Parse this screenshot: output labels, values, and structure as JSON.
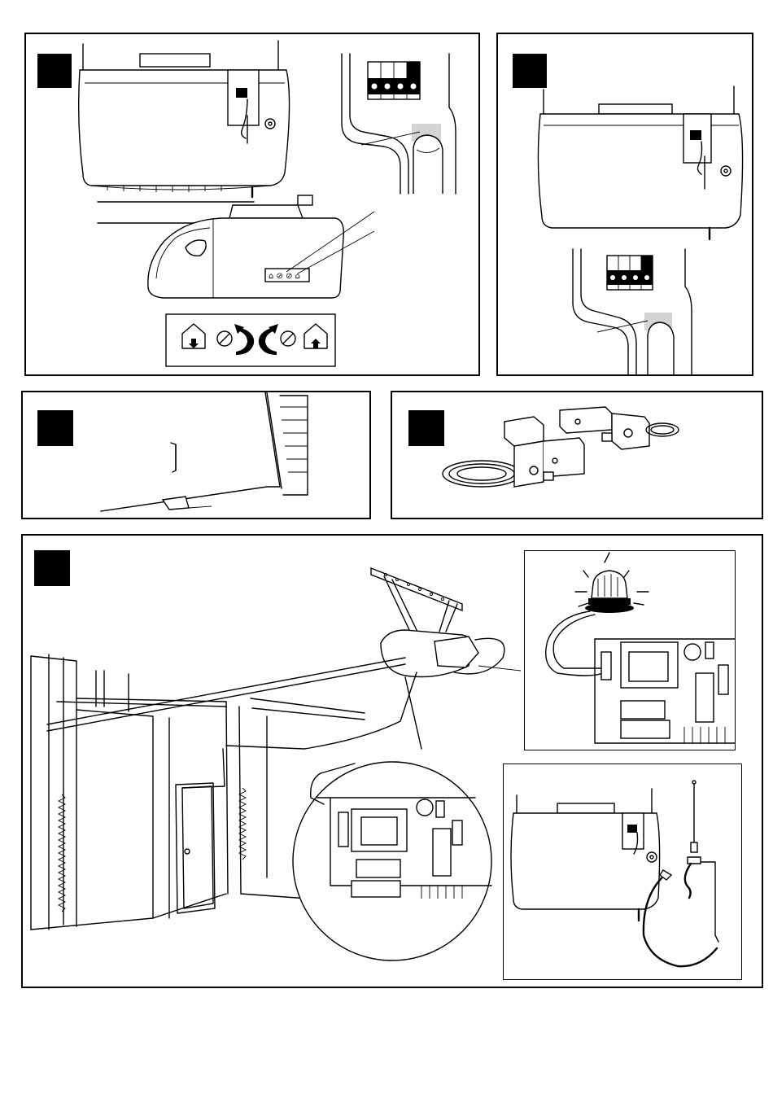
{
  "page": {
    "background": "#ffffff",
    "ink": "#000000",
    "highlight": "#d4d4d4"
  },
  "panels": [
    {
      "id": "panel-1",
      "badge": "black-square",
      "content": "force-adjustment-screws"
    },
    {
      "id": "panel-2",
      "badge": "black-square",
      "content": "learn-button"
    },
    {
      "id": "panel-3",
      "badge": "black-square",
      "content": "door-handle"
    },
    {
      "id": "panel-4",
      "badge": "black-square",
      "content": "photo-eye-brackets"
    },
    {
      "id": "panel-5",
      "badge": "black-square",
      "content": "garage-installation"
    }
  ],
  "icons": {
    "force_legend": [
      "garage-down-icon",
      "screw-icon",
      "curved-arrow-left-icon",
      "curved-arrow-right-icon",
      "screw-icon",
      "garage-up-icon"
    ],
    "warning_light": "flashing-light-icon",
    "antenna": "antenna-icon"
  }
}
